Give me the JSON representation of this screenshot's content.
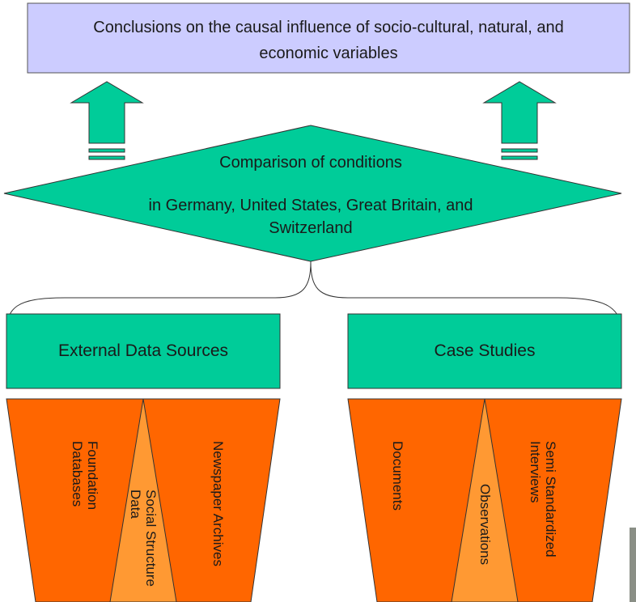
{
  "header": {
    "line1": "Conclusions on the causal influence of socio-cultural, natural, and",
    "line2": "economic variables"
  },
  "comparison": {
    "line1": "Comparison of conditions",
    "line2": "in Germany, United States, Great Britain, and",
    "line3": "Switzerland"
  },
  "sources": {
    "external": {
      "title": "External Data Sources",
      "items": {
        "foundation_line1": "Foundation",
        "foundation_line2": "Databases",
        "social_line1": "Social Structure",
        "social_line2": "Data",
        "newspaper": "Newspaper Archives"
      }
    },
    "case": {
      "title": "Case Studies",
      "items": {
        "documents": "Documents",
        "observations": "Observations",
        "semi_line1": "Semi Standardized",
        "semi_line2": "Interviews"
      }
    }
  },
  "colors": {
    "header_fill": "#ccccff",
    "green": "#00cc99",
    "orange": "#ff6600",
    "light_orange": "#ff9933",
    "outline": "#333333"
  }
}
